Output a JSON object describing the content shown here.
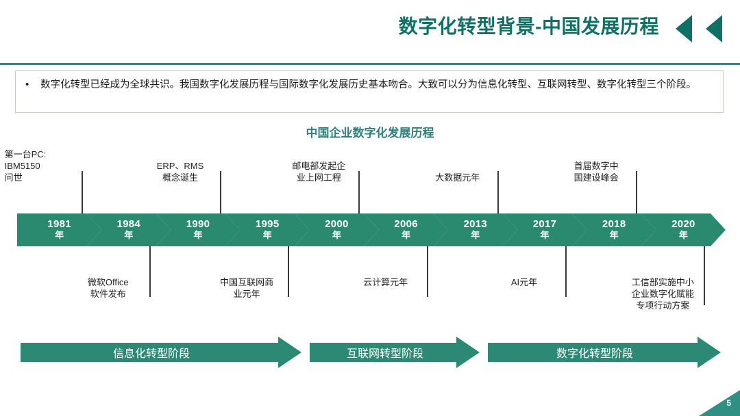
{
  "header": {
    "title": "数字化转型背景-中国发展历程",
    "accent_color": "#107064",
    "rule_color": "#3f7f86",
    "chevrons_icon": "double-chevron-left-icon"
  },
  "bullet": {
    "marker": "•",
    "text": "数字化转型已经成为全球共识。我国数字化发展历程与国际数字化发展历史基本吻合。大致可以分为信息化转型、互联网转型、数字化转型三个阶段。"
  },
  "chart_data": {
    "type": "table",
    "title": "中国企业数字化发展历程",
    "title_color": "#2f7f7a",
    "milestone_color": "#2a8a70",
    "year_suffix": "年",
    "categories": [
      "1981",
      "1984",
      "1990",
      "1995",
      "2000",
      "2006",
      "2013",
      "2017",
      "2018",
      "2020"
    ],
    "milestones": [
      {
        "year": "1981",
        "label": "第一台PC:\nIBM5150\n问世",
        "position": "top"
      },
      {
        "year": "1984",
        "label": "微软Office\n软件发布",
        "position": "bottom"
      },
      {
        "year": "1990",
        "label": "ERP、RMS\n概念诞生",
        "position": "top"
      },
      {
        "year": "1995",
        "label": "中国互联网商\n业元年",
        "position": "bottom"
      },
      {
        "year": "2000",
        "label": "邮电部发起企\n业上网工程",
        "position": "top"
      },
      {
        "year": "2006",
        "label": "云计算元年",
        "position": "bottom"
      },
      {
        "year": "2013",
        "label": "大数据元年",
        "position": "top"
      },
      {
        "year": "2017",
        "label": "AI元年",
        "position": "bottom"
      },
      {
        "year": "2018",
        "label": "首届数字中\n国建设峰会",
        "position": "top"
      },
      {
        "year": "2020",
        "label": "工信部实施中小\n企业数字化赋能\n专项行动方案",
        "position": "bottom"
      }
    ],
    "phases": [
      {
        "label": "信息化转型阶段",
        "span_years": [
          "1981",
          "1995"
        ]
      },
      {
        "label": "互联网转型阶段",
        "span_years": [
          "2000",
          "2006"
        ]
      },
      {
        "label": "数字化转型阶段",
        "span_years": [
          "2013",
          "2020"
        ]
      }
    ],
    "phase_color": "#2c8a74"
  },
  "footer": {
    "page_number": "5",
    "corner_color": "#2f8f83"
  }
}
